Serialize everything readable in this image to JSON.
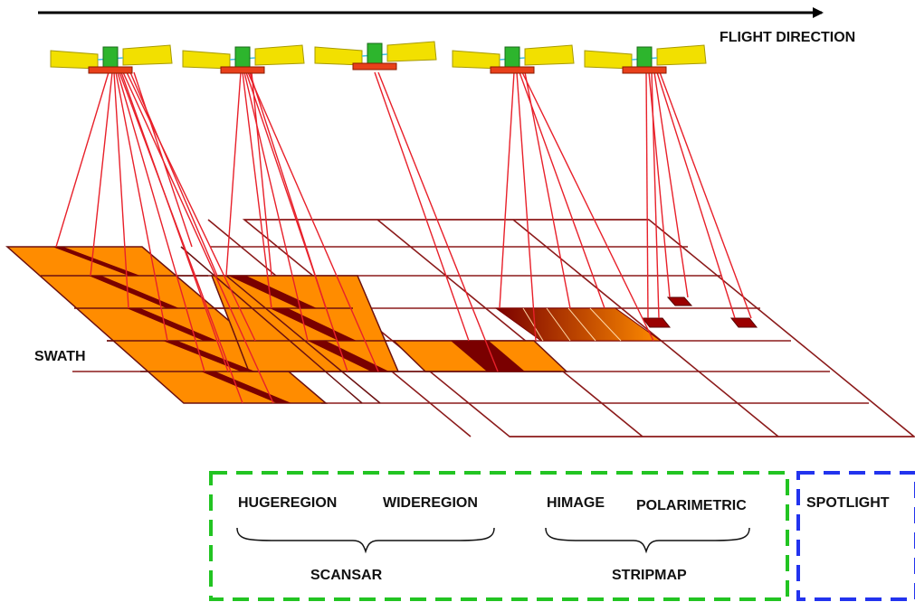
{
  "labels": {
    "flight_direction": "FLIGHT DIRECTION",
    "swath": "SWATH",
    "hugeregion": "HUGEREGION",
    "wideregion": "WIDEREGION",
    "himage": "HIMAGE",
    "polarimetric": "POLARIMETRIC",
    "spotlight": "SPOTLIGHT",
    "scansar": "SCANSAR",
    "stripmap": "STRIPMAP"
  },
  "colors": {
    "swath_fill": "#ff8c00",
    "dark_strip": "#7a0000",
    "grid_line": "#8b1a1a",
    "beam": "#e8202a",
    "satellite_body": "#2db52d",
    "solar_panel": "#f2e000",
    "antenna": "#e8401a",
    "scansar_stripmap_box": "#22c422",
    "spotlight_box": "#2233ee"
  },
  "satellites": [
    "satellite-1",
    "satellite-2",
    "satellite-3",
    "satellite-4",
    "satellite-5"
  ]
}
